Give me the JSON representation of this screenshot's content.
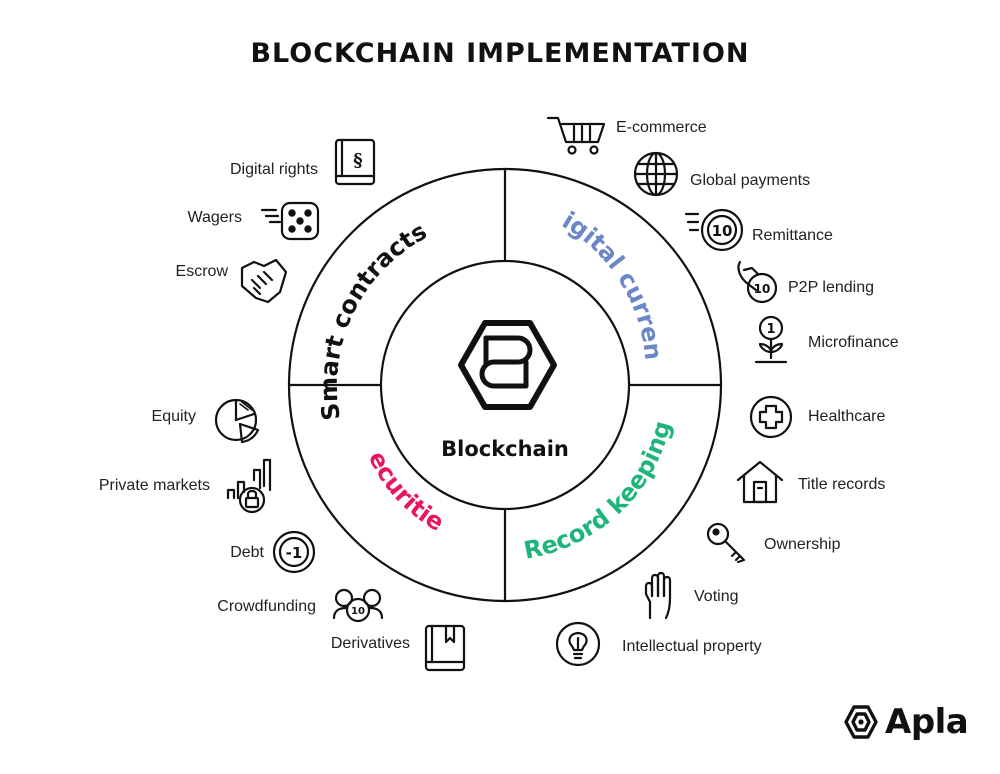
{
  "title": "BLOCKCHAIN IMPLEMENTATION",
  "center": {
    "label": "Blockchain",
    "icon": "blockchain-logo-icon"
  },
  "quadrants": [
    {
      "id": "smart-contracts",
      "label": "Smart contracts",
      "color": "#111111"
    },
    {
      "id": "digital-currency",
      "label": "Digital currency",
      "color": "#6b87c7"
    },
    {
      "id": "record-keeping",
      "label": "Record keeping",
      "color": "#1fb57a"
    },
    {
      "id": "securities",
      "label": "Securities",
      "color": "#e8175d"
    }
  ],
  "items": {
    "smart_contracts": [
      {
        "label": "Digital rights",
        "icon": "law-book-icon"
      },
      {
        "label": "Wagers",
        "icon": "dice-icon"
      },
      {
        "label": "Escrow",
        "icon": "handshake-icon"
      }
    ],
    "digital_currency": [
      {
        "label": "E-commerce",
        "icon": "shopping-cart-icon"
      },
      {
        "label": "Global payments",
        "icon": "globe-icon"
      },
      {
        "label": "Remittance",
        "icon": "fast-coin-icon"
      },
      {
        "label": "P2P lending",
        "icon": "hand-coin-icon"
      },
      {
        "label": "Microfinance",
        "icon": "coin-plant-icon"
      }
    ],
    "record_keeping": [
      {
        "label": "Healthcare",
        "icon": "medical-cross-icon"
      },
      {
        "label": "Title records",
        "icon": "house-icon"
      },
      {
        "label": "Ownership",
        "icon": "key-icon"
      },
      {
        "label": "Voting",
        "icon": "raised-hand-icon"
      },
      {
        "label": "Intellectual property",
        "icon": "lightbulb-icon"
      }
    ],
    "securities": [
      {
        "label": "Equity",
        "icon": "pie-chart-icon"
      },
      {
        "label": "Private markets",
        "icon": "bar-chart-lock-icon"
      },
      {
        "label": "Debt",
        "icon": "negative-coin-icon"
      },
      {
        "label": "Crowdfunding",
        "icon": "people-coin-icon"
      },
      {
        "label": "Derivatives",
        "icon": "bookmark-book-icon"
      }
    ]
  },
  "coin_text": {
    "remittance": "10",
    "p2p": "10",
    "microfinance": "1",
    "debt": "-1",
    "crowdfunding": "10"
  },
  "brand": {
    "name": "Apla",
    "icon": "apla-logo-icon"
  }
}
